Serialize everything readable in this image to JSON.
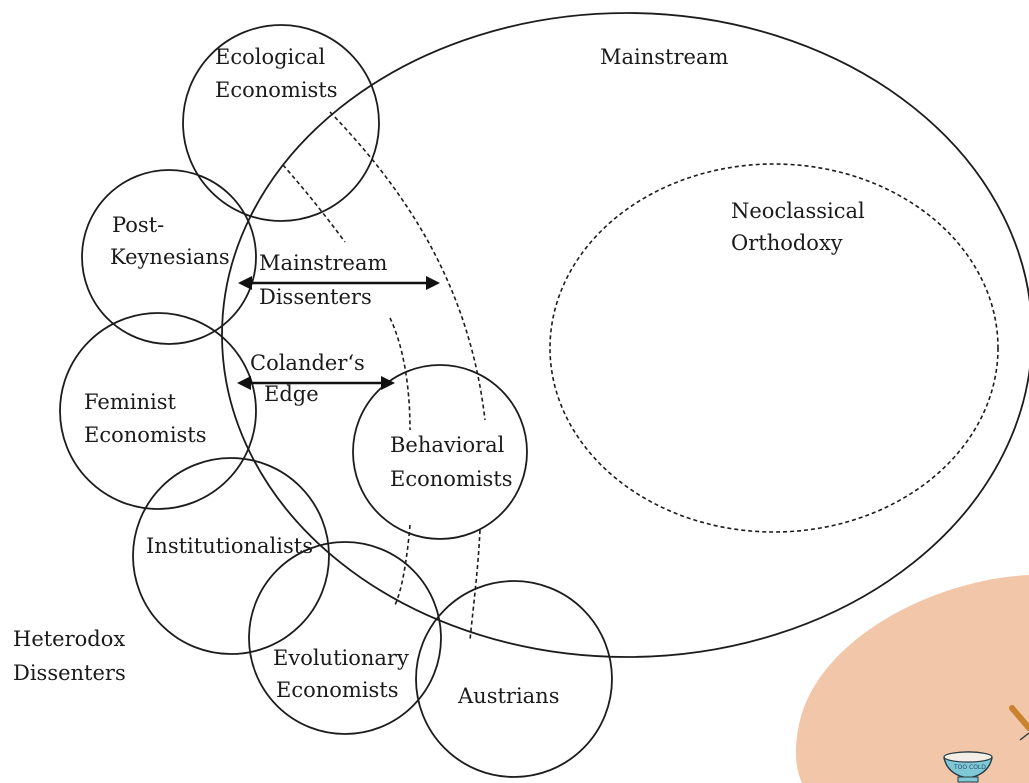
{
  "labels": {
    "mainstream": "Mainstream",
    "neoclassical_1": "Neoclassical",
    "neoclassical_2": "Orthodoxy",
    "ecological_1": "Ecological",
    "ecological_2": "Economists",
    "postkeynesian_1": "Post-",
    "postkeynesian_2": "Keynesians",
    "mainstream_dissenters_1": "Mainstream",
    "mainstream_dissenters_2": "Dissenters",
    "colanders_edge_1": "Colander‘s",
    "colanders_edge_2": "Edge",
    "feminist_1": "Feminist",
    "feminist_2": "Economists",
    "behavioral_1": "Behavioral",
    "behavioral_2": "Economists",
    "institutionalists": "Institutionalists",
    "evolutionary_1": "Evolutionary",
    "evolutionary_2": "Economists",
    "austrians": "Austrians",
    "heterodox_1": "Heterodox",
    "heterodox_2": "Dissenters",
    "bowl_text": "TOO COLD"
  },
  "colors": {
    "line": "#1c1c1c",
    "blob": "#f2c6a8",
    "bowl": "#7fc9d6",
    "spoon": "#c9822e"
  }
}
